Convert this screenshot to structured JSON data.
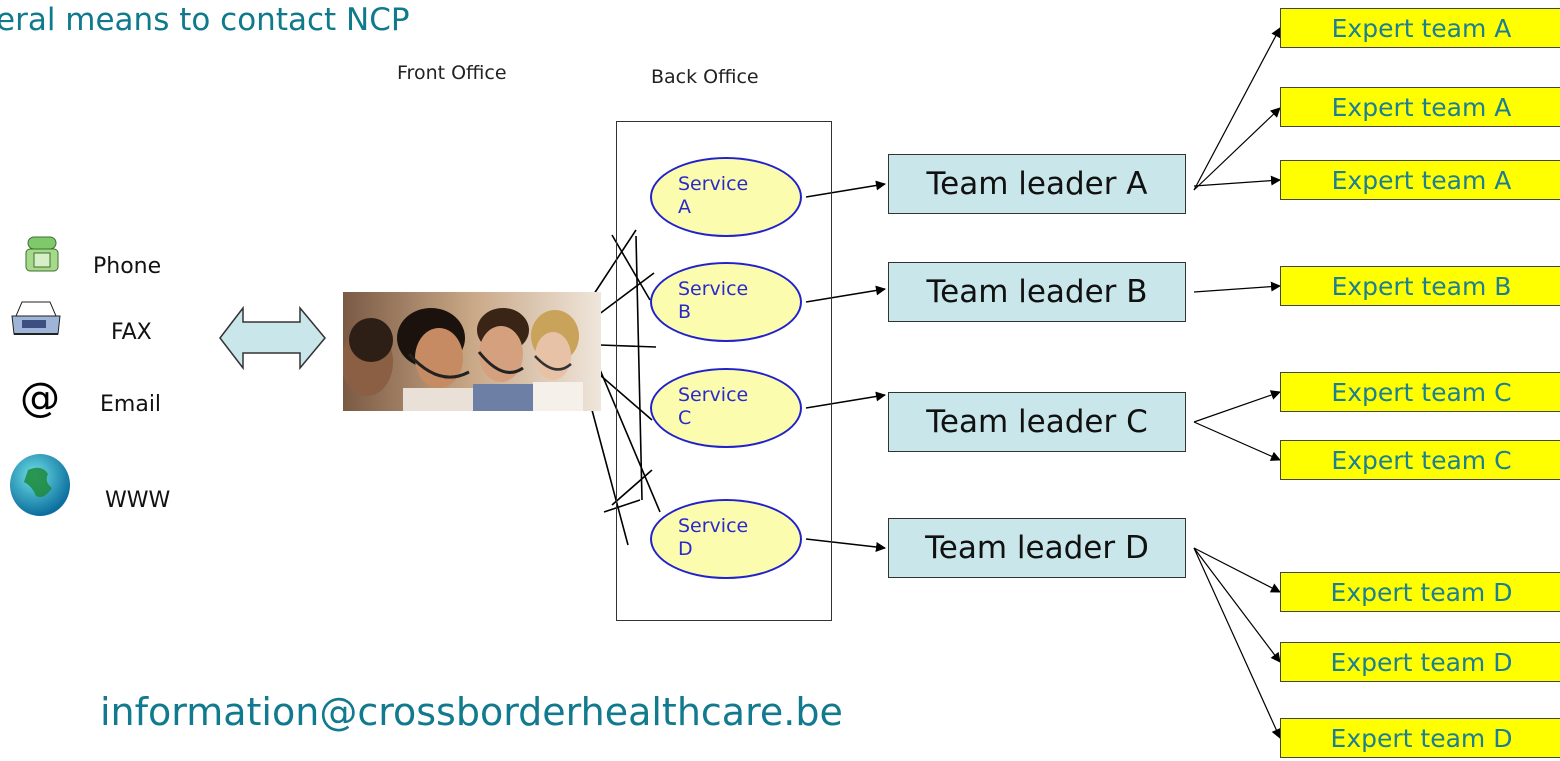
{
  "title": "eral means to contact NCP",
  "offices": {
    "front": "Front Office",
    "back": "Back Office"
  },
  "channels": [
    {
      "label": "Phone",
      "icon": "phone-icon"
    },
    {
      "label": "FAX",
      "icon": "fax-icon"
    },
    {
      "label": "Email",
      "icon": "at-icon",
      "glyph": "@"
    },
    {
      "label": "WWW",
      "icon": "globe-icon"
    }
  ],
  "services": [
    {
      "line1": "Service",
      "line2": "A"
    },
    {
      "line1": "Service",
      "line2": "B"
    },
    {
      "line1": "Service",
      "line2": "C"
    },
    {
      "line1": "Service",
      "line2": "D"
    }
  ],
  "leaders": [
    "Team leader A",
    "Team leader B",
    "Team leader C",
    "Team leader D"
  ],
  "experts": [
    "Expert team A",
    "Expert team A",
    "Expert team A",
    "Expert team B",
    "Expert team C",
    "Expert team C",
    "Expert team D",
    "Expert team D",
    "Expert team D"
  ],
  "email": "information@crossborderhealthcare.be",
  "colors": {
    "title": "#0f7a8c",
    "service_fill": "#fcfcae",
    "service_border": "#2222cc",
    "leader_fill": "#c9e6ea",
    "expert_fill": "#ffff00",
    "expert_text": "#1c7f92",
    "arrow_fill": "#c9e6ea"
  }
}
